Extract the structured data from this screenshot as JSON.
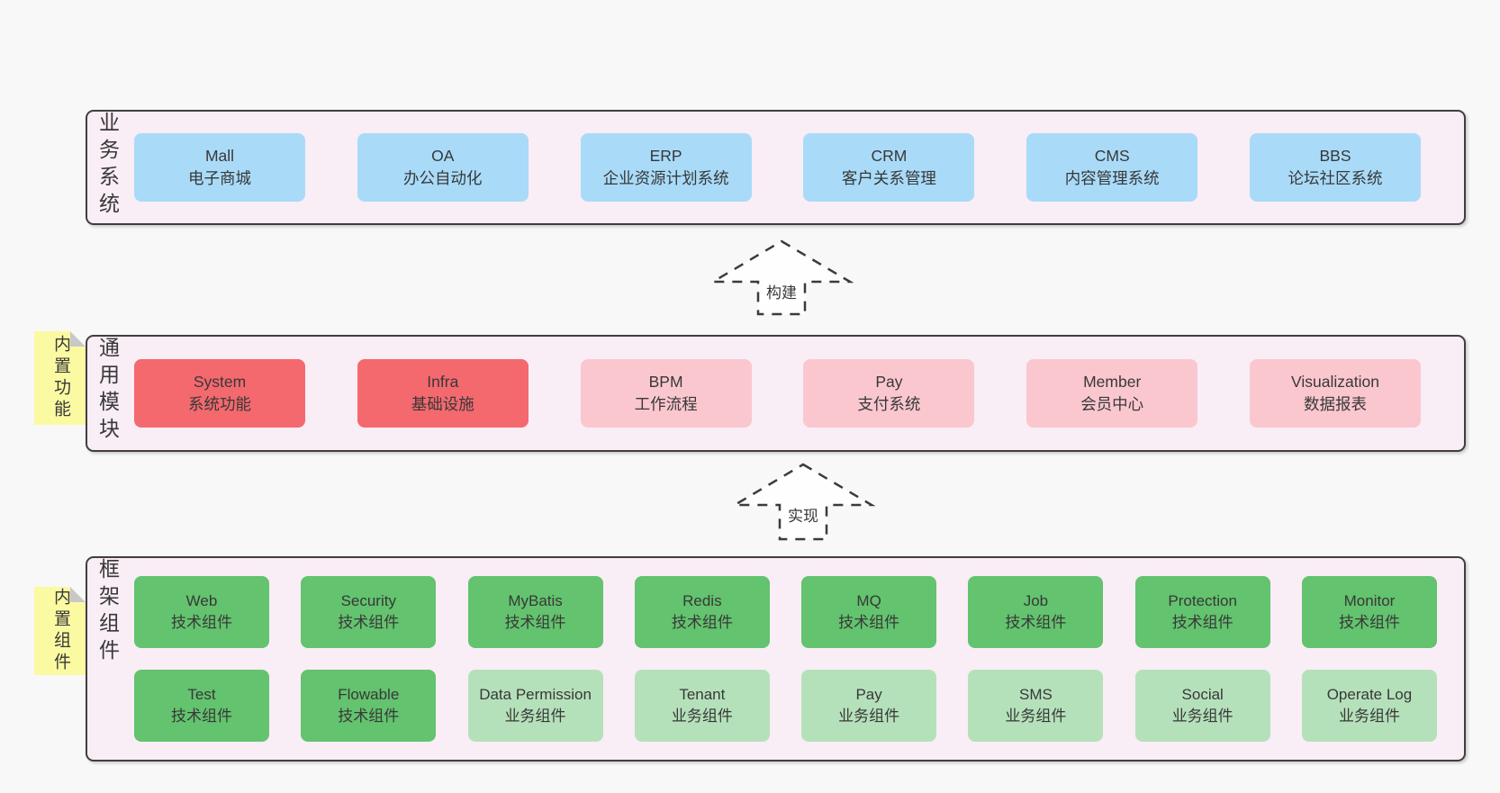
{
  "colors": {
    "page-bg": "#f8f8f8",
    "tier-bg": "#f9edf6",
    "tier-border": "#3f3f3f",
    "blue": "#a9dbf9",
    "red": "#f3696e",
    "pink": "#fbc7cf",
    "green": "#63c36e",
    "light-green": "#b5e1ba",
    "yellow": "#fbfaa3",
    "fold": "#c8c8c8",
    "text": "#383838",
    "arrow-stroke": "#3b3b3b",
    "arrow-fill": "#fefefe"
  },
  "tiers": {
    "business": {
      "label": "业务系统",
      "boxes": [
        {
          "name": "Mall",
          "desc": "电子商城"
        },
        {
          "name": "OA",
          "desc": "办公自动化"
        },
        {
          "name": "ERP",
          "desc": "企业资源计划系统"
        },
        {
          "name": "CRM",
          "desc": "客户关系管理"
        },
        {
          "name": "CMS",
          "desc": "内容管理系统"
        },
        {
          "name": "BBS",
          "desc": "论坛社区系统"
        }
      ]
    },
    "modules": {
      "label": "通用模块",
      "note": "内置功能",
      "boxes": [
        {
          "name": "System",
          "desc": "系统功能"
        },
        {
          "name": "Infra",
          "desc": "基础设施"
        },
        {
          "name": "BPM",
          "desc": "工作流程"
        },
        {
          "name": "Pay",
          "desc": "支付系统"
        },
        {
          "name": "Member",
          "desc": "会员中心"
        },
        {
          "name": "Visualization",
          "desc": "数据报表"
        }
      ]
    },
    "components": {
      "label": "框架组件",
      "note": "内置组件",
      "rows": [
        [
          {
            "name": "Web",
            "desc": "技术组件"
          },
          {
            "name": "Security",
            "desc": "技术组件"
          },
          {
            "name": "MyBatis",
            "desc": "技术组件"
          },
          {
            "name": "Redis",
            "desc": "技术组件"
          },
          {
            "name": "MQ",
            "desc": "技术组件"
          },
          {
            "name": "Job",
            "desc": "技术组件"
          },
          {
            "name": "Protection",
            "desc": "技术组件"
          },
          {
            "name": "Monitor",
            "desc": "技术组件"
          }
        ],
        [
          {
            "name": "Test",
            "desc": "技术组件"
          },
          {
            "name": "Flowable",
            "desc": "技术组件"
          },
          {
            "name": "Data Permission",
            "desc": "业务组件"
          },
          {
            "name": "Tenant",
            "desc": "业务组件"
          },
          {
            "name": "Pay",
            "desc": "业务组件"
          },
          {
            "name": "SMS",
            "desc": "业务组件"
          },
          {
            "name": "Social",
            "desc": "业务组件"
          },
          {
            "name": "Operate Log",
            "desc": "业务组件"
          }
        ]
      ]
    }
  },
  "arrows": {
    "build": "构建",
    "implement": "实现"
  }
}
